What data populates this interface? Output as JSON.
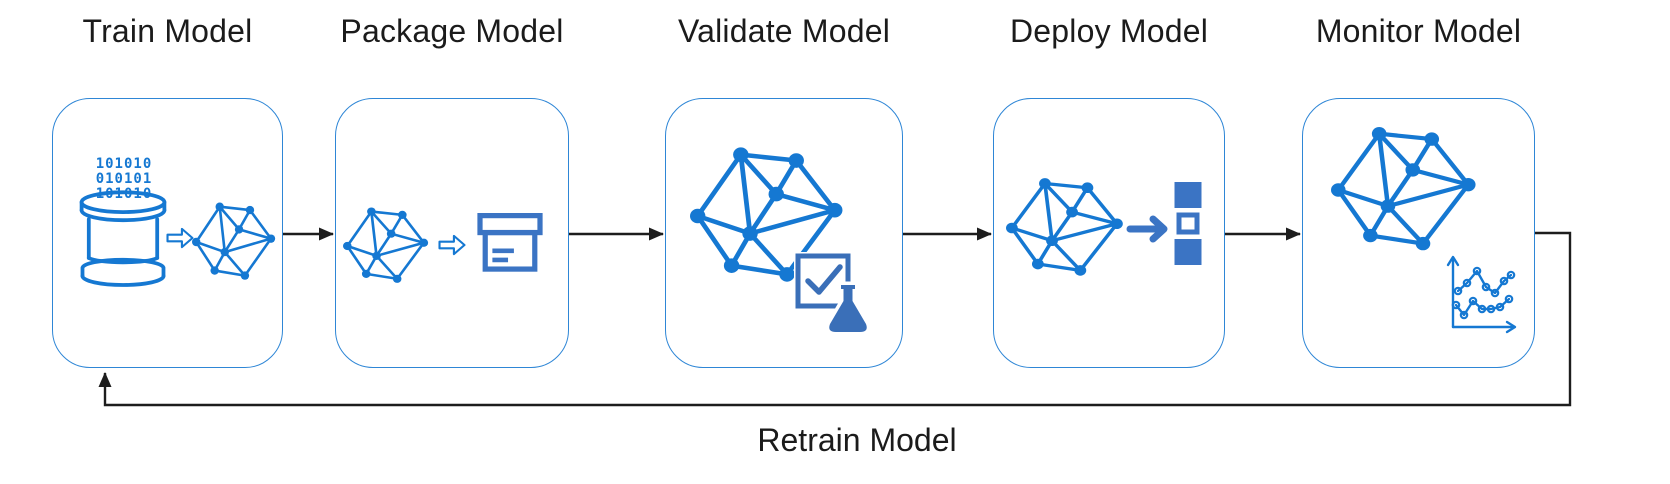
{
  "stages": [
    {
      "id": "train",
      "title": "Train Model",
      "icons": [
        "binary-data",
        "database-icon",
        "hollow-arrow-right-icon",
        "network-mesh-icon"
      ],
      "binary_rows": [
        "101010",
        "010101",
        "101010"
      ]
    },
    {
      "id": "package",
      "title": "Package Model",
      "icons": [
        "network-mesh-icon",
        "hollow-arrow-right-icon",
        "package-box-icon"
      ]
    },
    {
      "id": "validate",
      "title": "Validate Model",
      "icons": [
        "network-mesh-icon",
        "check-square-icon",
        "flask-icon"
      ]
    },
    {
      "id": "deploy",
      "title": "Deploy Model",
      "icons": [
        "network-mesh-icon",
        "arrow-right-icon",
        "stacked-squares-icon"
      ]
    },
    {
      "id": "monitor",
      "title": "Monitor Model",
      "icons": [
        "network-mesh-icon",
        "line-chart-icon"
      ]
    }
  ],
  "loop": {
    "label": "Retrain Model"
  },
  "colors": {
    "mesh-blue": "#1578d2",
    "card-border": "#2e86d6",
    "muted-blue": "#3b74c4",
    "steel-blue": "#3a6fb8",
    "arrow-black": "#1d1d1d",
    "title-text": "#1b1b1b",
    "canvas-bg": "#ffffff"
  }
}
